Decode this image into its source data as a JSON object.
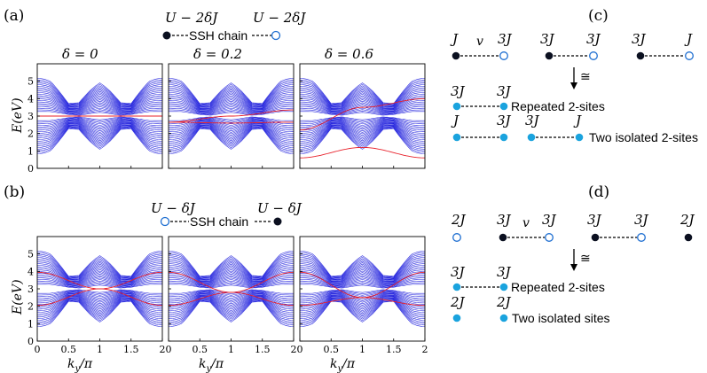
{
  "panel_labels": {
    "a": "(a)",
    "b": "(b)",
    "c": "(c)",
    "d": "(d)"
  },
  "panel_a": {
    "legend": {
      "left": "U − 2δJ",
      "middle": "SSH chain",
      "right": "U − 2δJ"
    },
    "subplot_titles": [
      "δ = 0",
      "δ = 0.2",
      "δ = 0.6"
    ]
  },
  "panel_b": {
    "legend": {
      "left": "U − δJ",
      "middle": "SSH chain",
      "right": "U − δJ"
    }
  },
  "axes": {
    "ylabel": "E(eV)",
    "xlabel": "k_y/π",
    "xlabel_main": "k",
    "xlabel_sub": "y",
    "xlabel_tail": "/π",
    "yticks": [
      "0",
      "1",
      "2",
      "3",
      "4",
      "5"
    ],
    "xticks": [
      "0",
      "0.5",
      "1",
      "1.5",
      "2"
    ]
  },
  "panel_c": {
    "row1": [
      {
        "left": "J",
        "mid": "v",
        "right": "3J"
      },
      {
        "left": "3J",
        "right": "3J"
      },
      {
        "left": "3J",
        "right": "J"
      }
    ],
    "arrow_label": "≅",
    "repeated": {
      "left": "3J",
      "right": "3J",
      "caption": "Repeated 2-sites"
    },
    "isolated": {
      "pair1_left": "J",
      "pair1_right": "3J",
      "pair2_left": "3J",
      "pair2_right": "J",
      "caption": "Two isolated 2-sites"
    }
  },
  "panel_d": {
    "row1": {
      "s1": "2J",
      "s2": "3J",
      "mid": "v",
      "s3": "3J",
      "s4": "3J",
      "s5": "3J",
      "s6": "2J"
    },
    "arrow_label": "≅",
    "repeated": {
      "left": "3J",
      "right": "3J",
      "caption": "Repeated 2-sites"
    },
    "isolated": {
      "left": "2J",
      "right": "2J",
      "caption": "Two isolated sites"
    }
  },
  "colors": {
    "bulk": "#2222dd",
    "edge": "#e8202a",
    "filled_site": "#0b1020",
    "cyan_site": "#1aa3de",
    "open_site": "#1f6fd1"
  },
  "chart_data": [
    {
      "type": "line",
      "panel": "a",
      "title": "δ = 0",
      "delta": 0,
      "xlabel": "k_y/π",
      "ylabel": "E(eV)",
      "xlim": [
        0,
        2
      ],
      "ylim": [
        0,
        6
      ],
      "bands": "blue bulk bands around E≈2 and E≈4 with Dirac crossings at k_y/π≈0.67 and 1.33",
      "edge_states": [
        {
          "k": [
            0,
            2
          ],
          "E": [
            3.0,
            3.0
          ]
        }
      ]
    },
    {
      "type": "line",
      "panel": "a",
      "title": "δ = 0.2",
      "delta": 0.2,
      "xlabel": "k_y/π",
      "ylabel": "E(eV)",
      "xlim": [
        0,
        2
      ],
      "ylim": [
        0,
        6
      ],
      "edge_states": [
        {
          "k": [
            0,
            1,
            2
          ],
          "E": [
            2.65,
            3.0,
            3.35
          ]
        },
        {
          "k": [
            0,
            1,
            2
          ],
          "E": [
            2.65,
            2.6,
            2.65
          ]
        }
      ]
    },
    {
      "type": "line",
      "panel": "a",
      "title": "δ = 0.6",
      "delta": 0.6,
      "xlabel": "k_y/π",
      "ylabel": "E(eV)",
      "xlim": [
        0,
        2
      ],
      "ylim": [
        0,
        6
      ],
      "edge_states": [
        {
          "k": [
            0,
            1,
            2
          ],
          "E": [
            2.2,
            3.5,
            4.0
          ]
        },
        {
          "k": [
            0,
            1,
            2
          ],
          "E": [
            0.6,
            1.2,
            0.6
          ]
        }
      ]
    },
    {
      "type": "line",
      "panel": "b",
      "delta": 0,
      "xlabel": "k_y/π",
      "ylabel": "E(eV)",
      "xlim": [
        0,
        2
      ],
      "ylim": [
        0,
        6
      ],
      "edge_states": [
        {
          "k": [
            0,
            1,
            2
          ],
          "E": [
            3.95,
            3.0,
            3.95
          ]
        },
        {
          "k": [
            0,
            1,
            2
          ],
          "E": [
            2.05,
            3.0,
            2.05
          ]
        }
      ]
    },
    {
      "type": "line",
      "panel": "b",
      "delta": 0.2,
      "xlabel": "k_y/π",
      "ylabel": "E(eV)",
      "xlim": [
        0,
        2
      ],
      "ylim": [
        0,
        6
      ],
      "edge_states": [
        {
          "k": [
            0,
            1,
            2
          ],
          "E": [
            3.95,
            2.8,
            3.95
          ]
        },
        {
          "k": [
            0,
            1,
            2
          ],
          "E": [
            2.05,
            2.8,
            2.05
          ]
        }
      ]
    },
    {
      "type": "line",
      "panel": "b",
      "delta": 0.6,
      "xlabel": "k_y/π",
      "ylabel": "E(eV)",
      "xlim": [
        0,
        2
      ],
      "ylim": [
        0,
        6
      ],
      "edge_states": [
        {
          "k": [
            0,
            1,
            2
          ],
          "E": [
            3.95,
            2.5,
            3.95
          ]
        },
        {
          "k": [
            0,
            1,
            2
          ],
          "E": [
            2.05,
            2.5,
            2.05
          ]
        }
      ]
    }
  ]
}
